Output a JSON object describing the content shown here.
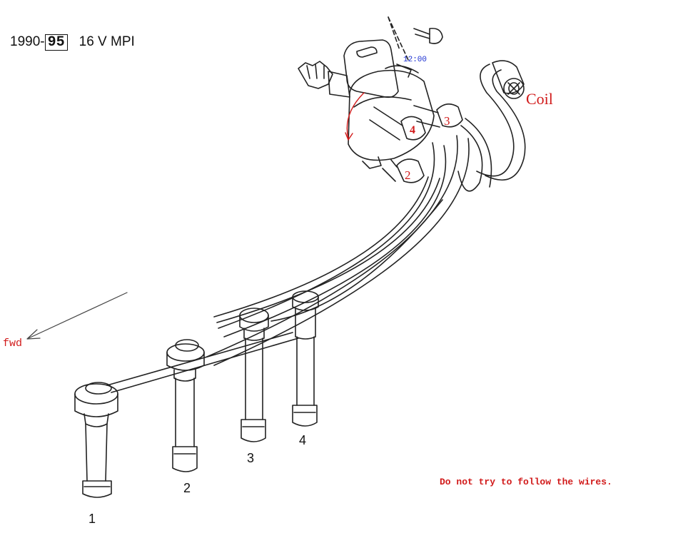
{
  "header": {
    "year_range_prefix": "1990-",
    "year_range_highlight": "95",
    "engine_label": "16 V MPI"
  },
  "distributor": {
    "clock_label": "12:00",
    "coil_label": "Coil",
    "terminal_labels": [
      "2",
      "4",
      "3"
    ]
  },
  "direction": {
    "fwd_label": "fwd"
  },
  "plugs": {
    "numbers": [
      "1",
      "2",
      "3",
      "4"
    ]
  },
  "note": "Do not try to follow the wires.",
  "colors": {
    "annotation_red": "#d11a1a",
    "clock_blue": "#1a2fd1",
    "line": "#222222"
  }
}
